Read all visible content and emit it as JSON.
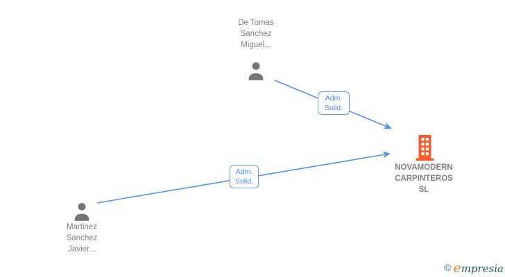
{
  "diagram": {
    "type": "corporate-relationship-graph",
    "colors": {
      "background": "#ffffff",
      "arrow_blue": "#5291f5",
      "edge_label_blue": "#4a8cf7",
      "edge_label_border": "#5b9bfa",
      "person_icon_gray": "#757575",
      "person_text_gray": "#7f7f7f",
      "company_icon_orange": "#f95b2b",
      "company_text_gray": "#808080"
    },
    "nodes": {
      "person_top": {
        "type": "person",
        "name": "De Tomas Sanchez Miguel...",
        "lines": [
          "De Tomas",
          "Sanchez",
          "Miguel..."
        ],
        "icon": "person-icon"
      },
      "person_bottom": {
        "type": "person",
        "name": "Martinez Sanchez Javier...",
        "lines": [
          "Martinez",
          "Sanchez",
          "Javier..."
        ],
        "icon": "person-icon"
      },
      "company": {
        "type": "company",
        "name": "NOVAMODERN CARPINTEROS SL",
        "lines": [
          "NOVAMODERN",
          "CARPINTEROS",
          "SL"
        ],
        "icon": "building-icon"
      }
    },
    "edges": [
      {
        "from": "person_top",
        "to": "company",
        "label": "Adm. Solid.",
        "label_lines": [
          "Adm.",
          "Solid."
        ]
      },
      {
        "from": "person_bottom",
        "to": "company",
        "label": "Adm. Solid.",
        "label_lines": [
          "Adm.",
          "Solid."
        ]
      }
    ]
  },
  "footer": {
    "copyright_symbol": "©",
    "brand_initial": "e",
    "brand_rest": "mpresia",
    "brand_full": "empresia"
  }
}
